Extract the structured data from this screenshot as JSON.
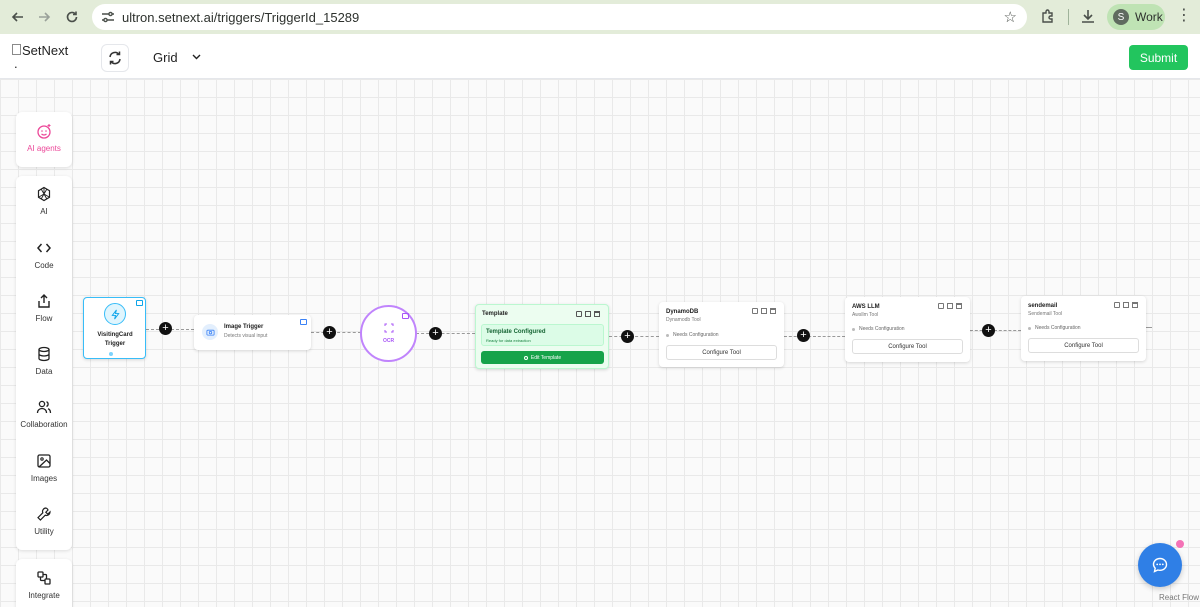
{
  "browser": {
    "url": "ultron.setnext.ai/triggers/TriggerId_15289",
    "profile_initial": "S",
    "profile_name": "Work"
  },
  "header": {
    "logo_alt": "SetNext",
    "view_mode": "Grid",
    "submit_label": "Submit"
  },
  "sidebar": {
    "top": [
      {
        "label": "AI agents",
        "icon": "ai-agents-icon"
      }
    ],
    "items": [
      {
        "label": "AI",
        "icon": "openai-icon"
      },
      {
        "label": "Code",
        "icon": "code-icon"
      },
      {
        "label": "Flow",
        "icon": "share-icon"
      },
      {
        "label": "Data",
        "icon": "database-icon"
      },
      {
        "label": "Collaboration",
        "icon": "users-icon"
      },
      {
        "label": "Images",
        "icon": "image-icon"
      },
      {
        "label": "Utility",
        "icon": "wrench-icon"
      }
    ],
    "bottom": [
      {
        "label": "Integrate",
        "icon": "blocks-icon"
      }
    ]
  },
  "nodes": {
    "visiting_card": {
      "title": "VisitingCard Trigger"
    },
    "image_trigger": {
      "title": "Image Trigger",
      "subtitle": "Detects visual input"
    },
    "ocr": {
      "title": "OCR"
    },
    "template": {
      "title": "Template",
      "status_title": "Template Configured",
      "status_text": "Ready for data extraction",
      "button": "Edit Template"
    },
    "dynamodb": {
      "title": "DynamoDB",
      "subtitle": "Dynamodb Tool",
      "status": "Needs Configuration",
      "button": "Configure Tool"
    },
    "aws_llm": {
      "title": "AWS LLM",
      "subtitle": "Awsllm Tool",
      "status": "Needs Configuration",
      "button": "Configure Tool"
    },
    "sendemail": {
      "title": "sendemail",
      "subtitle": "Sendemail Tool",
      "status": "Needs Configuration",
      "button": "Configure Tool"
    }
  },
  "footer": {
    "attribution": "React Flow"
  },
  "colors": {
    "accent_green": "#22c55e",
    "chat_blue": "#2f7fe6",
    "template_green": "#16a34a",
    "ocr_purple": "#c084fc",
    "trigger_cyan": "#38bdf8"
  }
}
